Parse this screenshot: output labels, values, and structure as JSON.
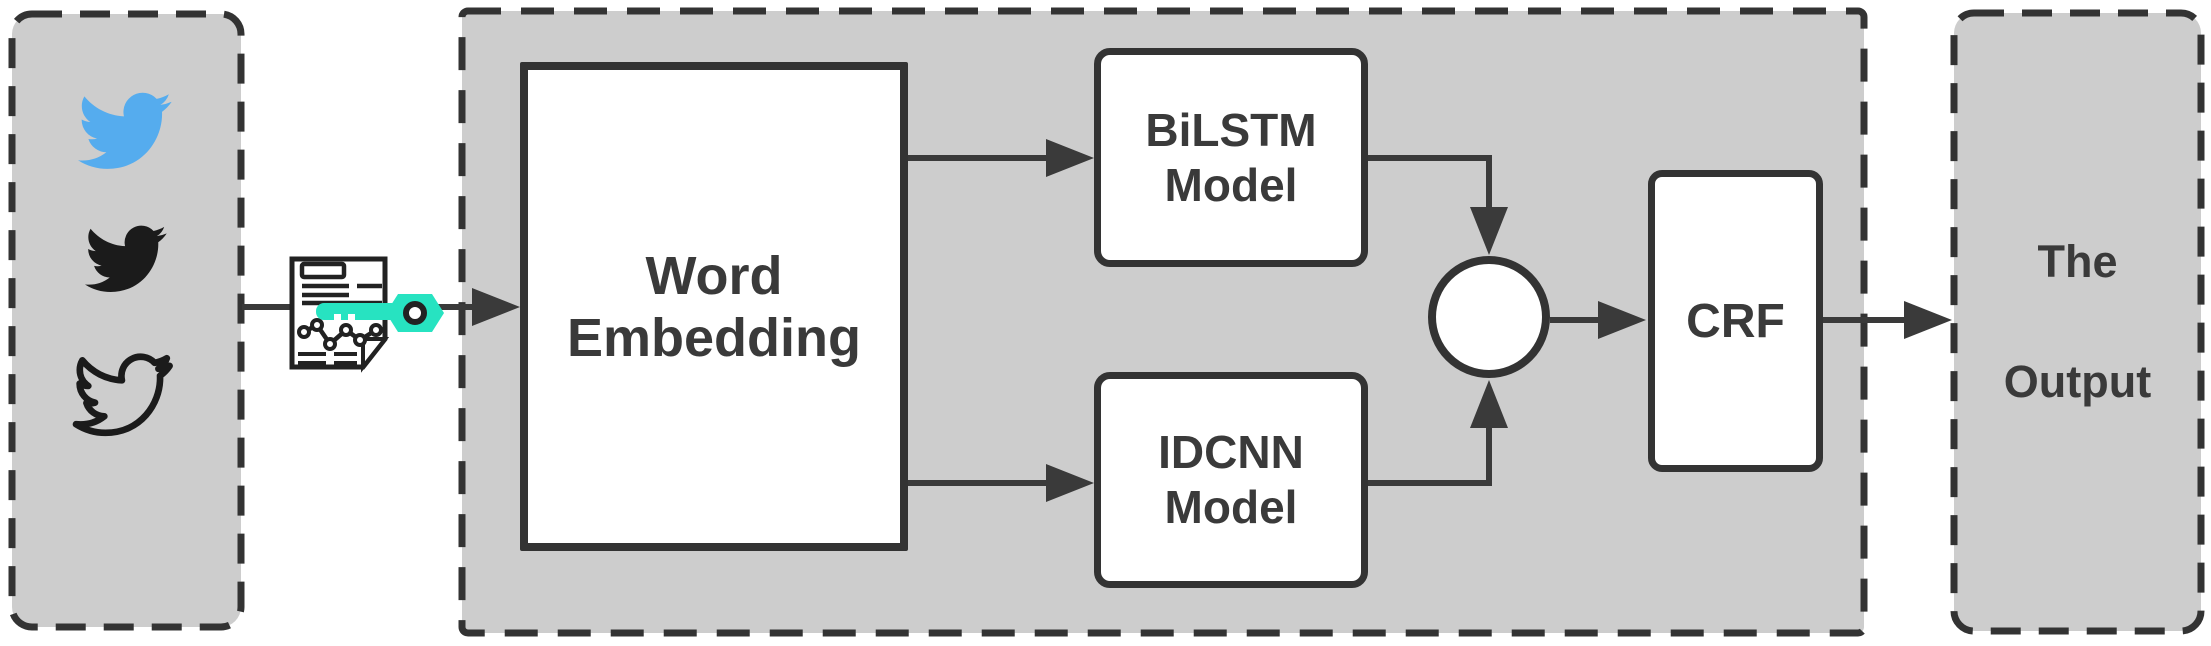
{
  "colors": {
    "panel_fill": "#cdcdcd",
    "stroke_dark": "#333333",
    "text": "#3a3a3a",
    "node_fill": "#ffffff",
    "twitter_blue": "#55acee",
    "highlight_teal": "#27e3c1"
  },
  "source_panel": {
    "icons": [
      {
        "name": "twitter-bird-blue-icon"
      },
      {
        "name": "twitter-bird-black-icon"
      },
      {
        "name": "twitter-bird-outline-icon"
      }
    ]
  },
  "input": {
    "icon": "tweet-report-document-icon",
    "highlight_icon": "teal-highlighter-icon"
  },
  "pipeline": {
    "word_embedding_label": "Word Embedding",
    "bilstm_label": "BiLSTM Model",
    "idcnn_label": "IDCNN Model",
    "merge_node": "",
    "crf_label": "CRF"
  },
  "output_panel": {
    "line1": "The",
    "line2": "Output"
  }
}
